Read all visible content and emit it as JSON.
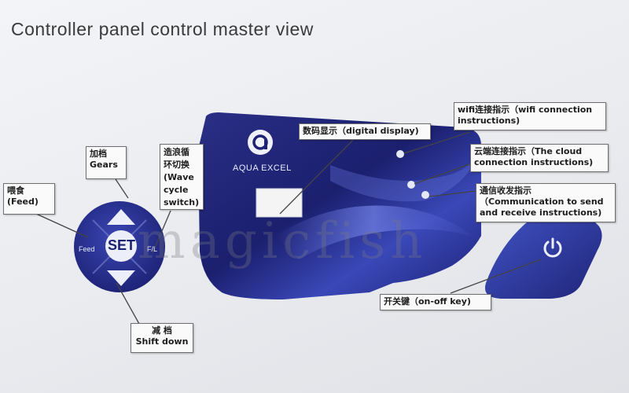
{
  "page": {
    "title": "Controller panel control master view"
  },
  "panel": {
    "brand": "AQUA EXCEL",
    "set_label": "SET",
    "feed_label": "Feed",
    "fl_label": "F/L"
  },
  "watermark": "magicfish",
  "callouts": {
    "feed": {
      "cn": "喂食",
      "en": "(Feed)"
    },
    "gears": {
      "cn": "加档",
      "en": "Gears"
    },
    "wave": {
      "cn": "造浪循",
      "l2": "环切换",
      "l3": "(Wave",
      "l4": "cycle",
      "l5": "switch)"
    },
    "display": {
      "text": "数码显示（digital display)"
    },
    "wifi": {
      "l1": "wifi连接指示（wifi  connection",
      "l2": "instructions)"
    },
    "cloud": {
      "l1": "云端连接指示（The  cloud",
      "l2": "connection instructions)"
    },
    "comm": {
      "l1": "通信收发指示",
      "l2": "（Communication to send",
      "l3": "and receive instructions)"
    },
    "power": {
      "text": "开关键（on-off  key)"
    },
    "shift": {
      "cn": "减  档",
      "en": "Shift down"
    }
  },
  "colors": {
    "panel_dark": "#1c2173",
    "panel_mid": "#2f3aa5",
    "panel_light": "#5868d6",
    "indicator": "#e6e9f5"
  }
}
